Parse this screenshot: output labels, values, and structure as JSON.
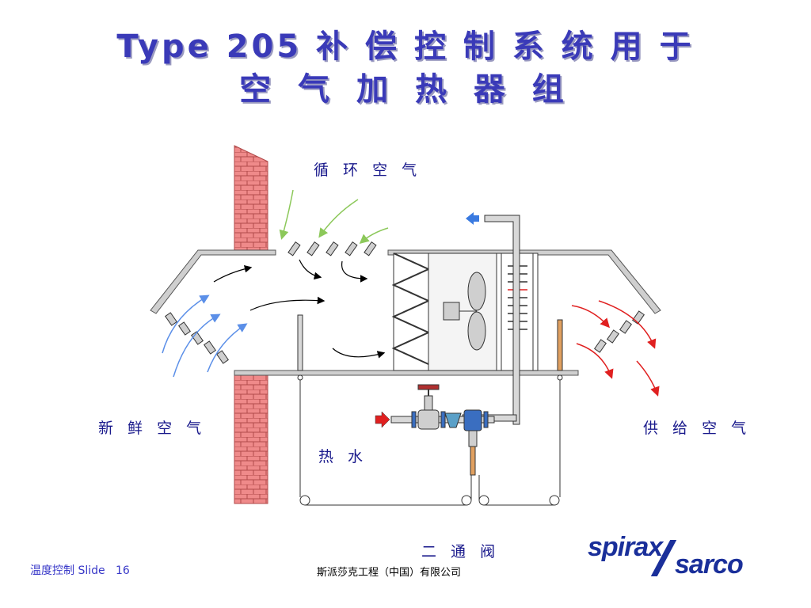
{
  "title": {
    "line1": "Type 205 补 偿 控 制 系 统 用 于",
    "line2": "空 气 加 热 器 组"
  },
  "labels": {
    "recirculated_air": "循 环 空 气",
    "fresh_air": "新 鲜 空 气",
    "supply_air": "供 给 空 气",
    "hot_water": "热 水",
    "two_way_valve": "二 通 阀"
  },
  "footer": {
    "left": "温度控制 Slide   16",
    "center": "斯派莎克工程（中国）有限公司"
  },
  "logo": {
    "part1": "spirax",
    "part2": "sarco"
  },
  "colors": {
    "title": "#3a3ab8",
    "brick": "#e87a7a",
    "fresh_arrow": "#5b8fe8",
    "recirc_arrow": "#8cc85a",
    "supply_arrow": "#e02020",
    "hot_water_arrow": "#e02020",
    "outlet_arrow": "#3a7ae0"
  }
}
